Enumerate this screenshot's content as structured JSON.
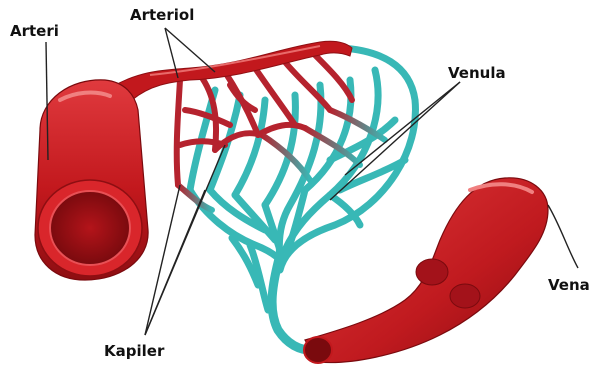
{
  "labels": {
    "arteri": "Arteri",
    "arteriol": "Arteriol",
    "venula": "Venula",
    "vena": "Vena",
    "kapiler": "Kapiler"
  },
  "colors": {
    "artery": "#c2181d",
    "artery_dark": "#8e0e12",
    "artery_light": "#e65a5a",
    "capillary_blue": "#38b8b6",
    "capillary_red": "#b5232e",
    "leader": "#222222",
    "background": "#ffffff"
  }
}
